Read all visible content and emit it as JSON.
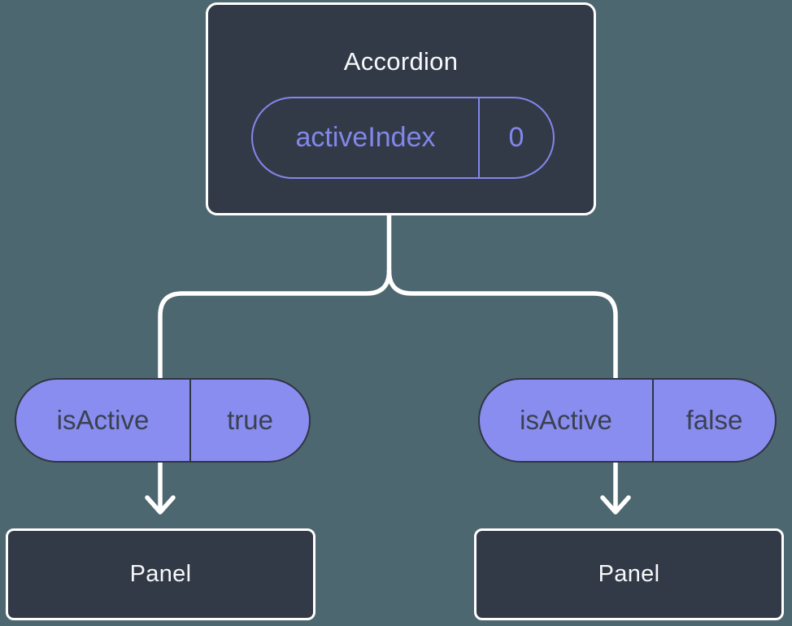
{
  "colors": {
    "background": "#4D6770",
    "node_fill": "#333A47",
    "node_border": "#FFFFFF",
    "accent_purple": "#8287EA",
    "pill_fill": "#8A8DF0",
    "pill_border": "#2F3542",
    "pill_text": "#3A4150",
    "connector": "#FFFFFF",
    "title_text": "#F7F8FA"
  },
  "root_node": {
    "title": "Accordion",
    "prop_name": "activeIndex",
    "prop_value": "0"
  },
  "left_branch": {
    "state_name": "isActive",
    "state_value": "true",
    "node_title": "Panel"
  },
  "right_branch": {
    "state_name": "isActive",
    "state_value": "false",
    "node_title": "Panel"
  }
}
